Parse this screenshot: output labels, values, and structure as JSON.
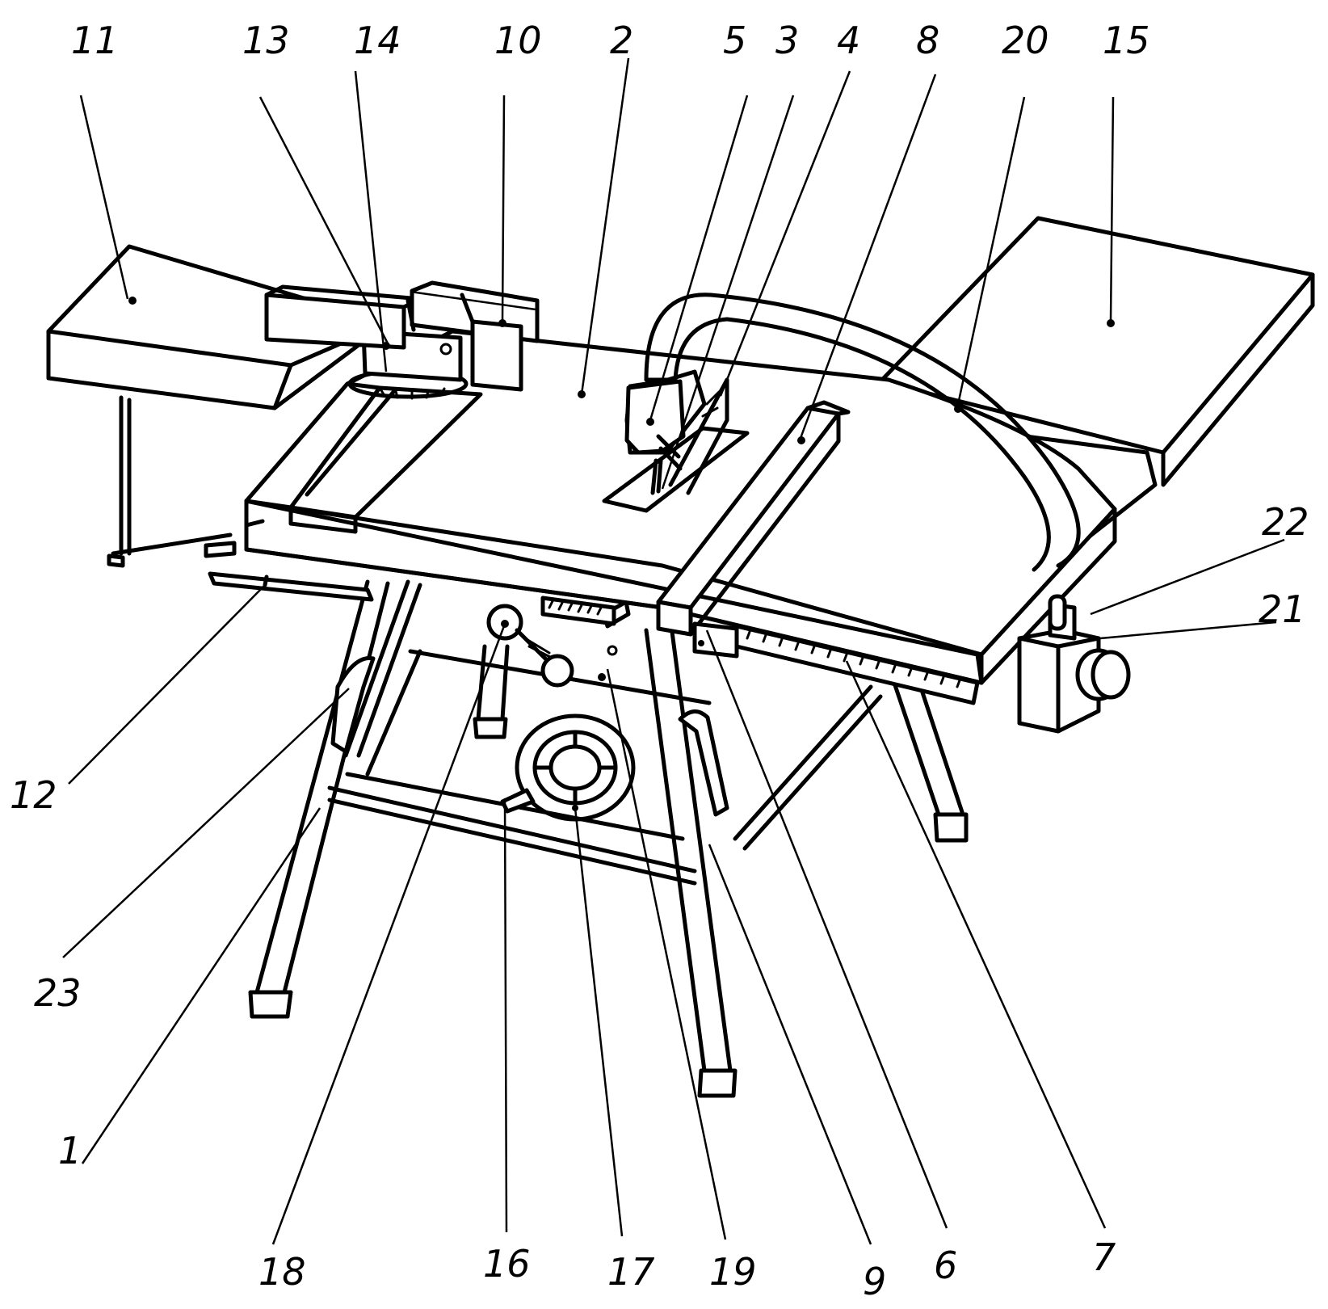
{
  "labels": [
    {
      "id": "11",
      "text": "11"
    },
    {
      "id": "13",
      "text": "13"
    },
    {
      "id": "14",
      "text": "14"
    },
    {
      "id": "10",
      "text": "10"
    },
    {
      "id": "2",
      "text": "2"
    },
    {
      "id": "5",
      "text": "5"
    },
    {
      "id": "3",
      "text": "3"
    },
    {
      "id": "4",
      "text": "4"
    },
    {
      "id": "8",
      "text": "8"
    },
    {
      "id": "20",
      "text": "20"
    },
    {
      "id": "15",
      "text": "15"
    },
    {
      "id": "22",
      "text": "22"
    },
    {
      "id": "21",
      "text": "21"
    },
    {
      "id": "12",
      "text": "12"
    },
    {
      "id": "23",
      "text": "23"
    },
    {
      "id": "1",
      "text": "1"
    },
    {
      "id": "18",
      "text": "18"
    },
    {
      "id": "16",
      "text": "16"
    },
    {
      "id": "17",
      "text": "17"
    },
    {
      "id": "19",
      "text": "19"
    },
    {
      "id": "9",
      "text": "9"
    },
    {
      "id": "6",
      "text": "6"
    },
    {
      "id": "7",
      "text": "7"
    }
  ]
}
